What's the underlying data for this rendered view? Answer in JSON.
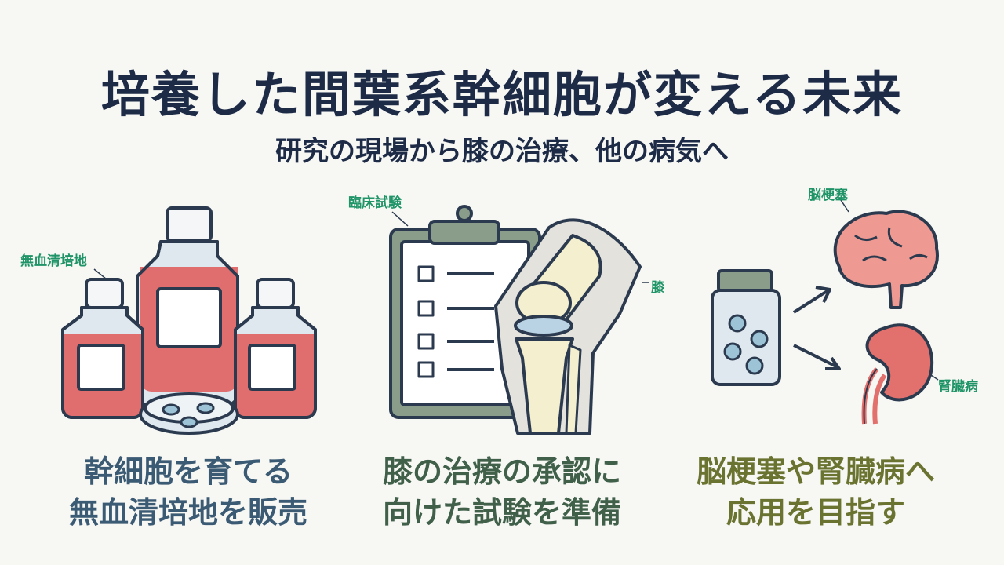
{
  "header": {
    "title": "培養した間葉系幹細胞が変える未来",
    "subtitle": "研究の現場から膝の治療、他の病気へ"
  },
  "panels": [
    {
      "labels": [
        "無血清培地"
      ],
      "caption": [
        "幹細胞を育てる",
        "無血清培地を販売"
      ],
      "caption_color": "#3b5a73"
    },
    {
      "labels": [
        "臨床試験",
        "膝"
      ],
      "caption": [
        "膝の治療の承認に",
        "向けた試験を準備"
      ],
      "caption_color": "#40604a"
    },
    {
      "labels": [
        "脳梗塞",
        "腎臓病"
      ],
      "caption": [
        "脳梗塞や腎臓病へ",
        "応用を目指す"
      ],
      "caption_color": "#6b7330"
    }
  ],
  "colors": {
    "navy": "#1d2b47",
    "outline": "#2b3a4e",
    "medium_red": "#e06e6e",
    "bottle_glass": "#dfe8ef",
    "label_green": "#1f9467",
    "clipboard": "#8a9d8a",
    "bone": "#f3efcf",
    "brain": "#ee9a92",
    "kidney": "#e2706c"
  }
}
